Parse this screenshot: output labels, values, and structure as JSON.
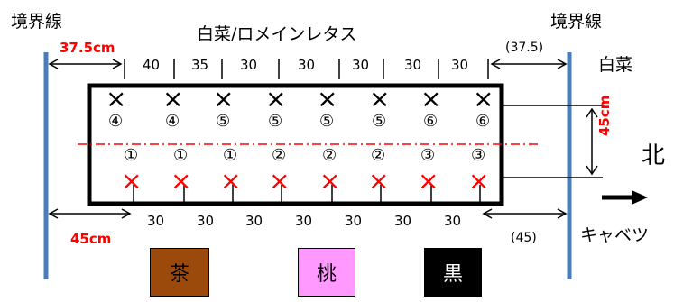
{
  "left_boundary_label": "境界線",
  "right_boundary_label": "境界線",
  "top_title": "白菜/ロメインレタス",
  "right_top_crop": "白菜",
  "right_bottom_crop": "キャベツ",
  "north_label": "北",
  "left_top_offset": "37.5cm",
  "right_top_offset": "(37.5)",
  "left_bottom_offset": "45cm",
  "right_bottom_offset": "(45)",
  "row_spacing": "45cm",
  "top_spacings": [
    "40",
    "35",
    "30",
    "30",
    "30",
    "30",
    "30"
  ],
  "bottom_spacings": [
    "30",
    "30",
    "30",
    "30",
    "30",
    "30",
    "30"
  ],
  "top_row_numbers": [
    "④",
    "④",
    "⑤",
    "⑤",
    "⑤",
    "⑤",
    "⑥",
    "⑥"
  ],
  "bottom_row_numbers": [
    "①",
    "①",
    "①",
    "②",
    "②",
    "②",
    "③",
    "③"
  ],
  "plant_marker": "×",
  "legend": [
    {
      "label": "茶",
      "color": "#9C4A0C",
      "text_color": "#000000"
    },
    {
      "label": "桃",
      "color": "#FF99FF",
      "text_color": "#000000"
    },
    {
      "label": "黒",
      "color": "#000000",
      "text_color": "#ffffff"
    }
  ],
  "colors": {
    "boundary": "#4A7EBB",
    "accent_red": "#FF0000",
    "top_marker": "#000000",
    "bottom_marker": "#FF0000"
  }
}
